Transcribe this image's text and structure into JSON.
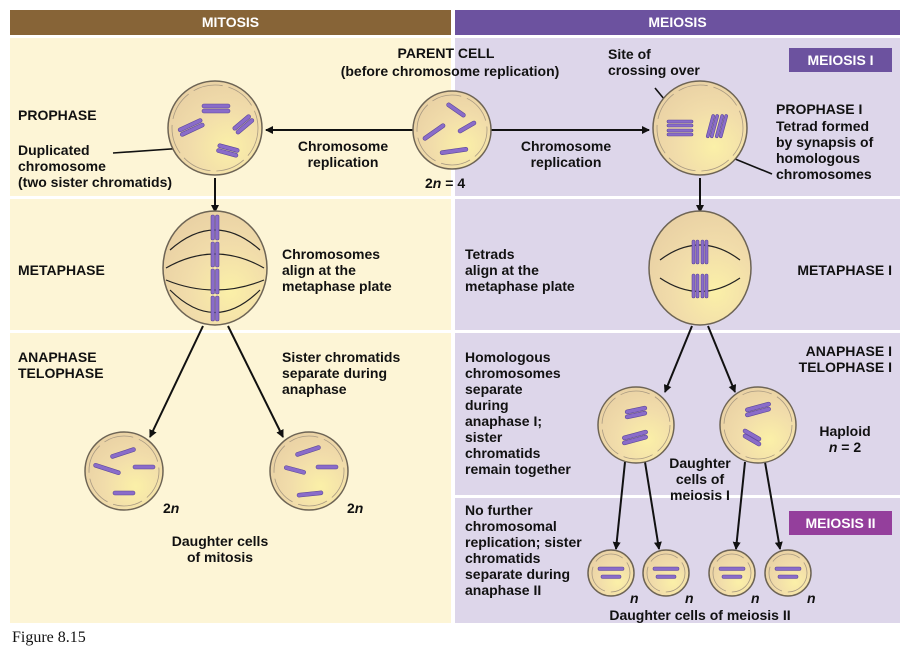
{
  "headers": {
    "mitosis": "MITOSIS",
    "meiosis": "MEIOSIS"
  },
  "colors": {
    "mitosis_header": "#876437",
    "meiosis_header": "#6c529f",
    "mitosis_bg": "#fdf5d6",
    "meiosis_bg": "#ddd6ea",
    "meiosis1_badge": "#6c529f",
    "meiosis2_badge": "#943f9c",
    "chromosome": "#8a6cc9",
    "cell_fill": "#f2dcaa"
  },
  "parent": {
    "title": "PARENT CELL",
    "subtitle": "(before chromosome replication)",
    "ploidy": "2n = 4",
    "ploidy_num": "2",
    "ploidy_var": "n",
    "ploidy_rest": " = 4"
  },
  "mitosis": {
    "prophase_label": "PROPHASE",
    "duplicated_label": "Duplicated\nchromosome\n(two sister chromatids)",
    "replication_label": "Chromosome\nreplication",
    "metaphase_label": "METAPHASE",
    "metaphase_desc": "Chromosomes\nalign at the\nmetaphase plate",
    "anaphase_label": "ANAPHASE\nTELOPHASE",
    "anaphase_desc": "Sister chromatids\nseparate during\nanaphase",
    "daughter_ploidy_num": "2",
    "daughter_ploidy_var": "n",
    "daughter_label": "Daughter cells\nof mitosis"
  },
  "meiosis": {
    "badge1": "MEIOSIS I",
    "badge2": "MEIOSIS II",
    "crossing_label": "Site of\ncrossing over",
    "replication_label": "Chromosome\nreplication",
    "prophase1_label": "PROPHASE I",
    "prophase1_desc": "Tetrad formed\nby synapsis of\nhomologous\nchromosomes",
    "tetrads_desc": "Tetrads\nalign at the\nmetaphase plate",
    "metaphase1_label": "METAPHASE I",
    "anaphase1_label": "ANAPHASE I\nTELOPHASE I",
    "homologous_desc": "Homologous\nchromosomes\nseparate\nduring\nanaphase I;\nsister\nchromatids\nremain together",
    "haploid_label": "Haploid",
    "haploid_var": "n",
    "haploid_rest": " = 2",
    "daughter1_label": "Daughter\ncells of\nmeiosis I",
    "meiosis2_desc": "No further\nchromosomal\nreplication; sister\nchromatids\nseparate during\nanaphase II",
    "daughter2_ploidy": "n",
    "daughter2_label": "Daughter cells of meiosis II"
  },
  "caption": "Figure 8.15"
}
